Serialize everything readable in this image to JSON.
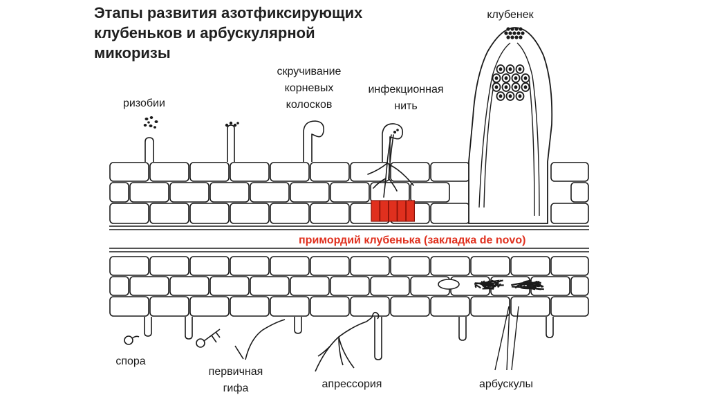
{
  "title": {
    "line1": "Этапы развития азотфиксирующих",
    "line2": "клубеньков и арбускулярной",
    "line3": "микоризы"
  },
  "labels": {
    "rhizobia": "ризобии",
    "curling": [
      "скручивание",
      "корневых",
      "колосков"
    ],
    "infection": [
      "инфекционная",
      "нить"
    ],
    "nodule": "клубенек",
    "primordium": "примордий клубенька (закладка de novo)",
    "spore": "спора",
    "hypha": [
      "первичная",
      "гифа"
    ],
    "appressorium": "апрессория",
    "arbuscules": "арбускулы"
  },
  "colors": {
    "accent": "#e0301e",
    "stroke": "#1a1a1a"
  }
}
